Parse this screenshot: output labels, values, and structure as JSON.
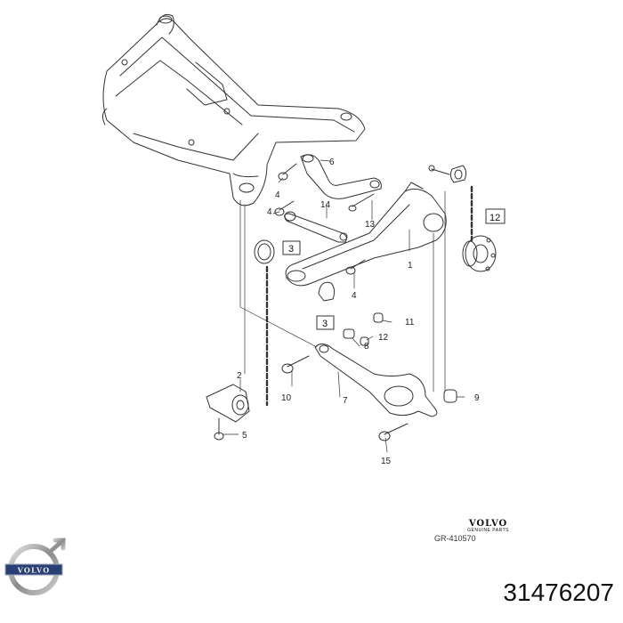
{
  "callouts": [
    "1",
    "2",
    "3",
    "3",
    "4",
    "4",
    "4",
    "5",
    "6",
    "7",
    "8",
    "9",
    "10",
    "11",
    "12",
    "12",
    "13",
    "14",
    "15"
  ],
  "brand": {
    "wordmark": "VOLVO",
    "tagline": "GENUINE PARTS",
    "reference": "GR-410570"
  },
  "logo": {
    "text": "VOLVO"
  },
  "part_number": "31476207"
}
